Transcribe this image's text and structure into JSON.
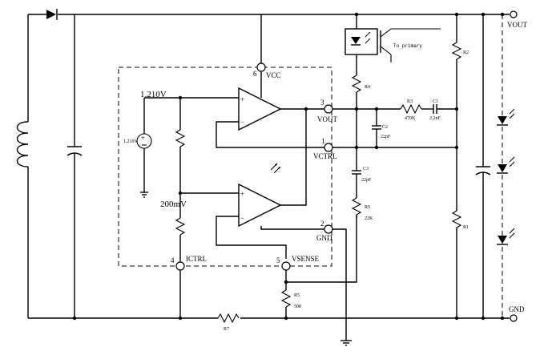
{
  "labels": {
    "vout_terminal": "VOUT",
    "gnd_terminal": "GND",
    "vcc_pin_num": "6",
    "vcc_pin": "VCC",
    "vout_pin_num": "3",
    "vout_pin": "VOUT",
    "vctrl_pin_num": "1",
    "vctrl_pin": "VCTRL",
    "gnd_pin_num": "2",
    "gnd_pin": "GND",
    "ictrl_pin_num": "4",
    "ictrl_pin": "ICTRL",
    "vsense_pin_num": "5",
    "vsense_pin": "VSENSE",
    "ref_voltage": "1.210V",
    "ref_source": "1.210V",
    "sense_voltage": "200mV",
    "opto_note": "To primary",
    "opamp_plus": "+",
    "opamp_minus": "−"
  },
  "components": {
    "r1": "R1",
    "r2": "R2",
    "r3": "R3",
    "r3_value": "470K",
    "r4": "R4",
    "r5_top": "R5",
    "r5_top_value": "22K",
    "r5_bottom": "R5",
    "r5_bottom_value": "500",
    "r7": "R7",
    "c1": "C1",
    "c1_value": "2.2nF",
    "c2": "C2",
    "c2_value": "22pF",
    "c3": "C3",
    "c3_value": "22pF"
  }
}
